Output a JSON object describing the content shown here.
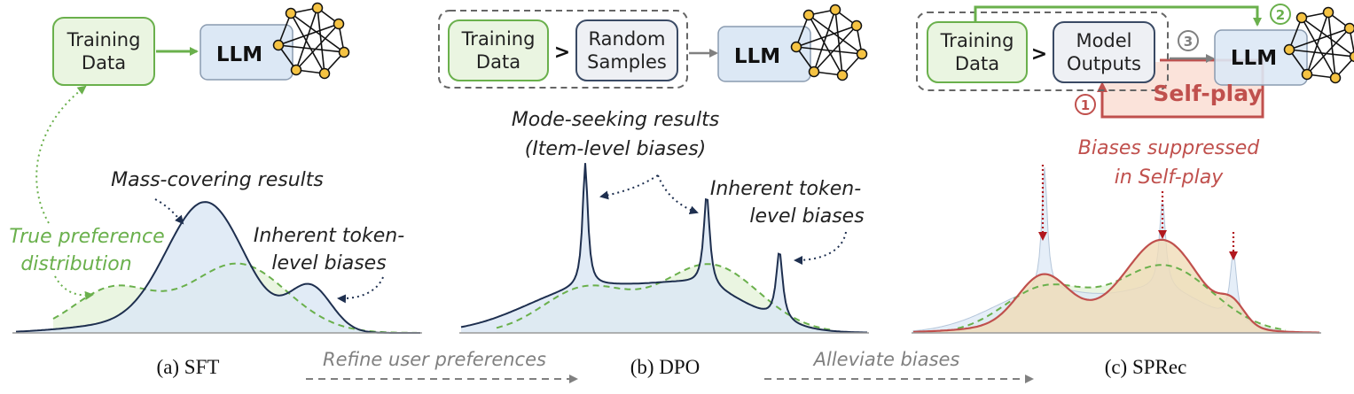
{
  "colors": {
    "green": "#6ab04c",
    "green_fill": "#eaf5e1",
    "blue_fill": "#dce8f5",
    "navy": "#1e2f4f",
    "red": "#c0504d",
    "red_dark": "#b1181f",
    "gray": "#808080",
    "node": "#f5c343",
    "selfplay_fill": "#fbe3da",
    "tan": "#f0dcb8"
  },
  "sft": {
    "training_data": [
      "Training",
      "Data"
    ],
    "llm": "LLM",
    "label_true_pref": [
      "True preference",
      "distribution"
    ],
    "label_mass": "Mass-covering results",
    "label_inherent": [
      "Inherent token-",
      "level biases"
    ],
    "caption": "(a) SFT"
  },
  "dpo": {
    "training_data": [
      "Training",
      "Data"
    ],
    "gt": ">",
    "random_samples": [
      "Random",
      "Samples"
    ],
    "llm": "LLM",
    "label_mode": [
      "Mode-seeking results",
      "(Item-level biases)"
    ],
    "label_inherent": [
      "Inherent token-",
      "level biases"
    ],
    "caption": "(b) DPO"
  },
  "sprec": {
    "training_data": [
      "Training",
      "Data"
    ],
    "gt": ">",
    "model_outputs": [
      "Model",
      "Outputs"
    ],
    "llm": "LLM",
    "self_play": "Self-play",
    "step1": "1",
    "step2": "2",
    "step3": "3",
    "label_suppressed": [
      "Biases suppressed",
      "in Self-play"
    ],
    "caption": "(c) SPRec"
  },
  "transitions": {
    "refine": "Refine user preferences",
    "alleviate": "Alleviate biases"
  }
}
